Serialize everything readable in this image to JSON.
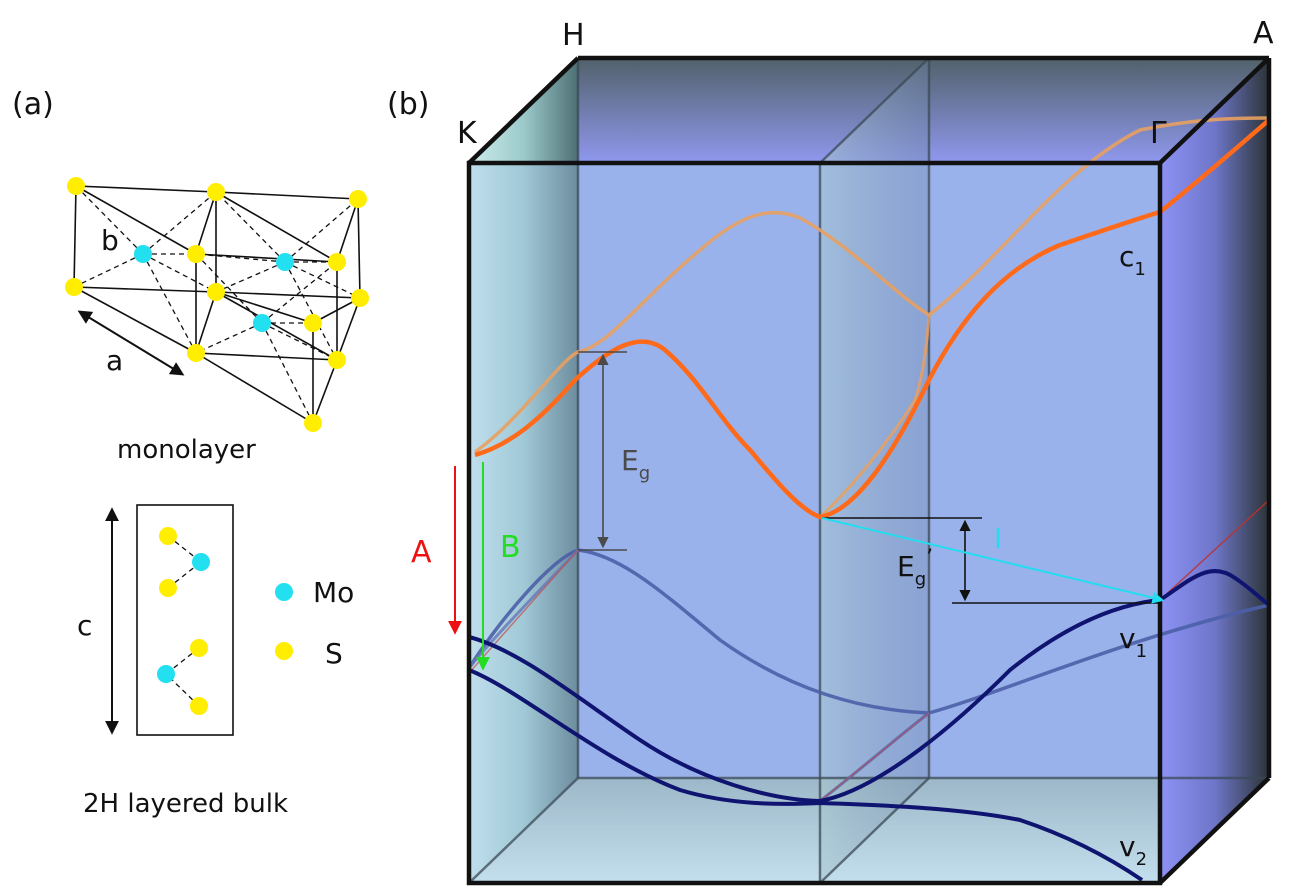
{
  "panel_a": {
    "label": "(a)",
    "monolayer_caption": "monolayer",
    "axis_a": "a",
    "axis_b": "b",
    "axis_c": "c",
    "bulk_caption": "2H layered bulk",
    "legend_mo": "Mo",
    "legend_s": "S"
  },
  "panel_b": {
    "label": "(b)",
    "k_points": {
      "K": "K",
      "H": "H",
      "A": "A",
      "Gamma": "Γ"
    },
    "bands": {
      "c1": {
        "main": "c",
        "sub": "1"
      },
      "v1": {
        "main": "v",
        "sub": "1"
      },
      "v2": {
        "main": "v",
        "sub": "2"
      }
    },
    "gap_direct": {
      "main": "E",
      "sub": "g"
    },
    "gap_indirect": {
      "main": "E",
      "sub": "g",
      "prime": "’"
    },
    "transition_A": "A",
    "transition_B": "B",
    "transition_I": "I"
  },
  "colors": {
    "sulfur": "#ffee00",
    "molybdenum": "#22e0f0",
    "conduction": "#ff6a1a",
    "conduction_faded": "#e8a060",
    "valence": "#0f1470",
    "valence_faded": "#4b5fa8",
    "box_face": "#98ace8",
    "arrow_A": "#ee1111",
    "arrow_B": "#22dd22",
    "arrow_I": "#22ddf0"
  }
}
